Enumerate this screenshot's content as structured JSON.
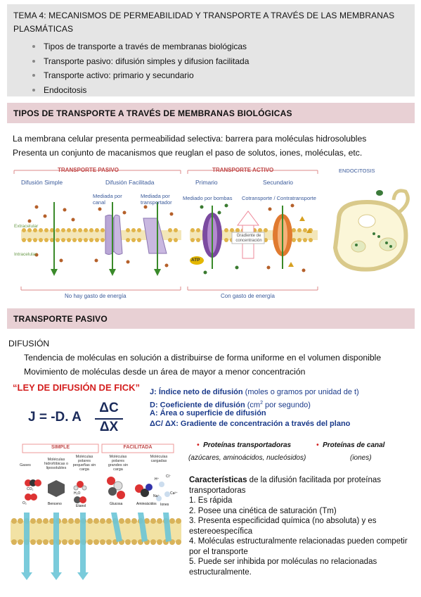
{
  "topic": {
    "title": "TEMA 4: MECANISMOS DE PERMEABILIDAD Y TRANSPORTE A TRAVÉS DE LAS MEMBRANAS PLASMÁTICAS",
    "items": [
      "Tipos de transporte a través de membranas biológicas",
      "Transporte pasivo: difusión simples y difusion facilitada",
      "Transporte activo: primario y secundario",
      "Endocitosis"
    ]
  },
  "section1": {
    "heading": "TIPOS DE TRANSPORTE A TRAVÉS DE MEMBRANAS BIOLÓGICAS",
    "line1": "La membrana celular presenta permeabilidad selectiva: barrera para moléculas hidrosolubles",
    "line2": "Presenta un conjunto de macanismos que reuglan el paso de solutos, iones, moléculas, etc."
  },
  "figure1": {
    "passive": "TRANSPORTE PASIVO",
    "simple": "Difusión Simple",
    "facilitated": "Difusión Facilitada",
    "channel": "Mediada por canal",
    "carrier": "Mediada por transportador",
    "extracellular": "Extracelular",
    "intracellular": "Intracelular",
    "no_energy": "No hay gasto de energía",
    "active": "TRANSPORTE ACTIVO",
    "primary": "Primario",
    "secondary": "Secundario",
    "pump": "Mediado por bombas",
    "cotransport": "Cotransporte / Contratransporte",
    "gradient": "Gradiente de concentración",
    "atp": "ATP",
    "energy": "Con gasto de energía",
    "endo": "ENDOCITOSIS"
  },
  "section2": {
    "heading": "TRANSPORTE PASIVO",
    "sub": "DIFUSIÓN",
    "line1": "Tendencia de moléculas en solución a distribuirse de forma uniforme en el volumen disponible",
    "line2": "Movimiento de moléculas desde un área de mayor a menor concentración"
  },
  "fick": {
    "title": "“LEY DE DIFUSIÓN DE FICK”",
    "eq_left": "J = -D. A",
    "eq_num": "ΔC",
    "eq_den": "ΔX",
    "d1_b": "J: Índice neto de difusión",
    "d1_n": " (moles o gramos por unidad de t)",
    "d2_b": "D: Coeficiente de difusión",
    "d2_n": " (cm",
    "d2_sup": "2",
    "d2_n2": " por segundo)",
    "d3": "A: Área o superficie de difusión",
    "d4": "ΔC/ ΔX: Gradiente de concentración a través del plano"
  },
  "figure2": {
    "simple": "SIMPLE",
    "facilitated": "FACILITADA",
    "c1": "Gases",
    "c2": "Moléculas hidrofóbicas o liposolubles",
    "c3": "Moléculas polares pequeñas sin carga",
    "c4": "Moléculas polares grandes sin carga",
    "c5": "Moléculas cargadas",
    "m1a": "CO₂",
    "m1b": "O₂",
    "m2": "Benceno",
    "m3a": "H₂O",
    "m3b": "Etanol",
    "m4": "Glucosa",
    "m5": "Aminoácidos",
    "ion1": "H⁺",
    "ion2": "Cl⁻",
    "ion3": "Ca²⁺",
    "ion4": "Na⁺",
    "ion5": "Iones"
  },
  "proteins": {
    "p1": "Proteínas transportadoras",
    "p1_sub": "(azúcares, aminoácidos, nucleósidos)",
    "p2": "Proteínas de canal",
    "p2_sub": "(iones)"
  },
  "features": {
    "title_b": "Características",
    "title_n": " de la difusión facilitada por proteínas transportadoras",
    "f1": "1. Es rápida",
    "f2": "2. Posee una cinética de saturación (Tm)",
    "f3": "3. Presenta especificidad química (no absoluta) y es estereoespecífica",
    "f4": "4. Moléculas estructuralmente relacionadas pueden competir por el transporte",
    "f5": "5. Puede ser inhibida por moléculas no relacionadas estructuralmente."
  },
  "colors": {
    "header_bg": "#e5e5e5",
    "section_bg": "#e8d0d4",
    "fick_red": "#d42020",
    "fick_blue": "#1a3a8a",
    "membrane": "#d9b35a"
  }
}
